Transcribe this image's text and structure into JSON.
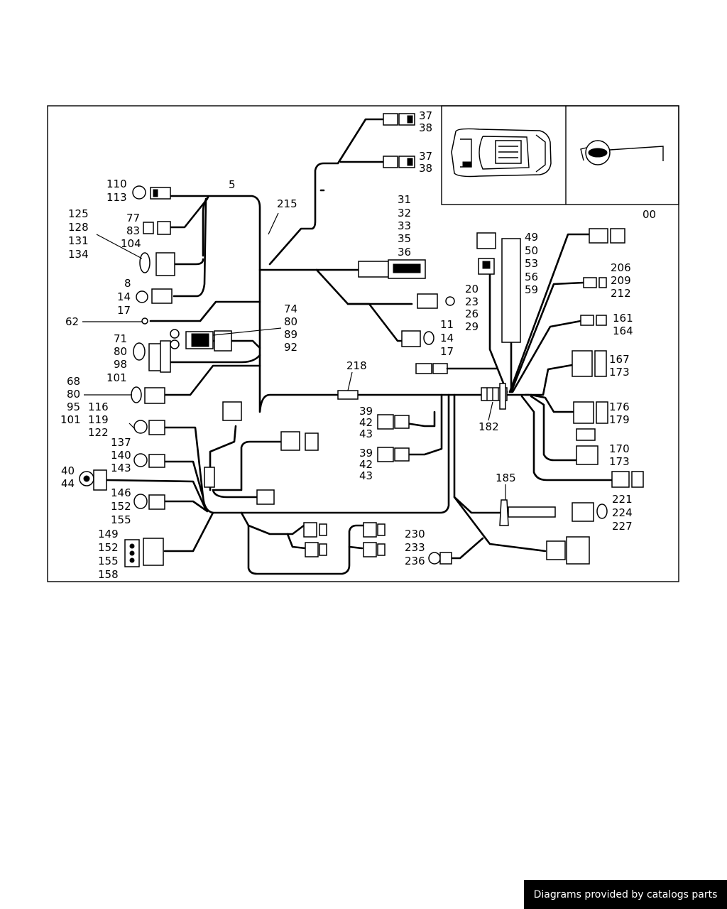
{
  "diagram": {
    "page_code": "00",
    "callouts": {
      "c5": "5",
      "c215": "215",
      "c110": [
        "110",
        "113"
      ],
      "c77": [
        "77",
        "83"
      ],
      "c125": [
        "125",
        "128",
        "131",
        "134"
      ],
      "c104": "104",
      "c8": [
        "8",
        "14",
        "17"
      ],
      "c62": "62",
      "c71": [
        "71",
        "80",
        "98",
        "101"
      ],
      "c74": [
        "74",
        "80",
        "89",
        "92"
      ],
      "c68": [
        "68",
        "80",
        "95",
        "101"
      ],
      "c116": [
        "116",
        "119",
        "122"
      ],
      "c137": [
        "137",
        "140",
        "143"
      ],
      "c40": [
        "40",
        "44"
      ],
      "c146": [
        "146",
        "152",
        "155"
      ],
      "c149": [
        "149",
        "152",
        "155",
        "158"
      ],
      "c37a": [
        "37",
        "38"
      ],
      "c37b": [
        "37",
        "38"
      ],
      "c31": [
        "31",
        "32",
        "33",
        "35",
        "36"
      ],
      "c20": [
        "20",
        "23",
        "26",
        "29"
      ],
      "c11": [
        "11",
        "14",
        "17"
      ],
      "c218": "218",
      "c39a": [
        "39",
        "42",
        "43"
      ],
      "c39b": [
        "39",
        "42",
        "43"
      ],
      "c49": [
        "49",
        "50",
        "53",
        "56",
        "59"
      ],
      "c206": [
        "206",
        "209",
        "212"
      ],
      "c161": [
        "161",
        "164"
      ],
      "c167": [
        "167",
        "173"
      ],
      "c176": [
        "176",
        "179"
      ],
      "c170": [
        "170",
        "173"
      ],
      "c182": "182",
      "c185": "185",
      "c221": [
        "221",
        "224",
        "227"
      ],
      "c230": [
        "230",
        "233",
        "236"
      ]
    }
  },
  "footer": {
    "text": "Diagrams provided by catalogs parts"
  }
}
